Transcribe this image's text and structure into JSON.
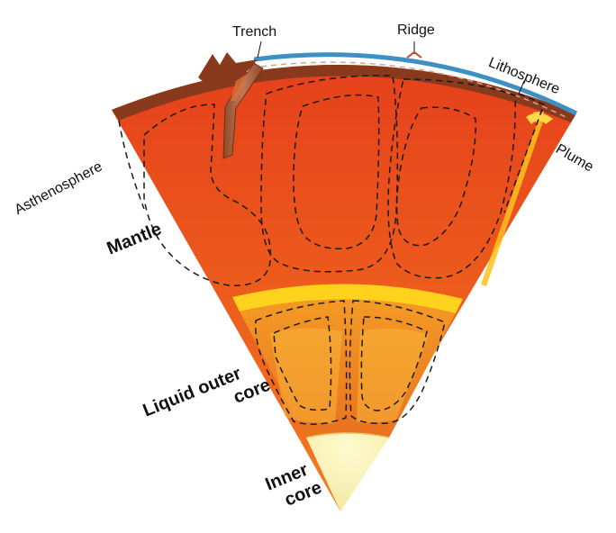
{
  "labels": {
    "trench": "Trench",
    "ridge": "Ridge",
    "lithosphere": "Lithosphere",
    "plume": "Plume",
    "asthenosphere": "Asthenosphere",
    "mantle": "Mantle",
    "outer_core_line1": "Liquid outer",
    "outer_core_line2": "core",
    "inner_core_line1": "Inner",
    "inner_core_line2": "core"
  },
  "colors": {
    "mantle_deep": "#f06a1e",
    "mantle_top": "#e8431c",
    "lithosphere_crust": "#8a3a1c",
    "ocean_layer": "#3d8fc4",
    "cmb_glow": "#ffd21e",
    "outer_core": "#f0891f",
    "inner_core": "#f7f2b6",
    "subducting_slab": "#b0653f",
    "plume": "#ffc01e"
  }
}
